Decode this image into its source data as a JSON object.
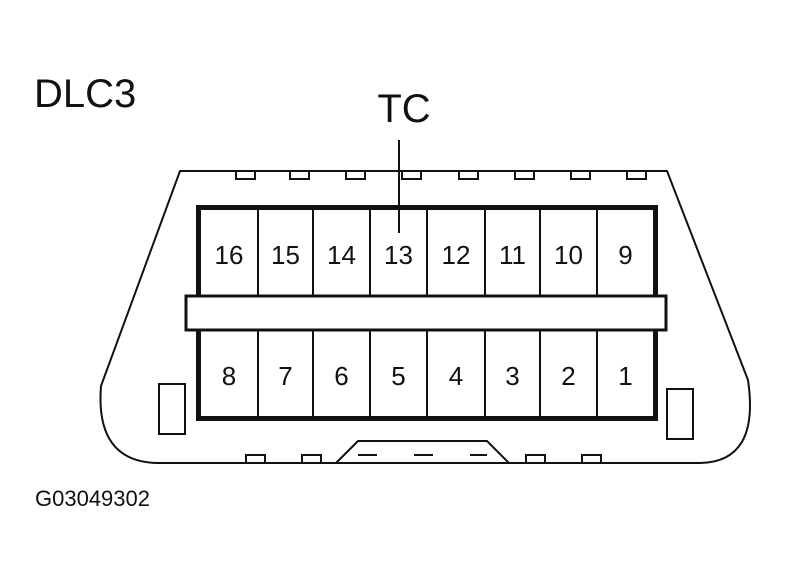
{
  "title": "DLC3",
  "callout_label": "TC",
  "callout_pin": 13,
  "figure_id": "G03049302",
  "pins": {
    "top_row": [
      "16",
      "15",
      "14",
      "13",
      "12",
      "11",
      "10",
      "9"
    ],
    "bottom_row": [
      "8",
      "7",
      "6",
      "5",
      "4",
      "3",
      "2",
      "1"
    ]
  },
  "colors": {
    "ink": "#111111",
    "background": "#ffffff"
  }
}
